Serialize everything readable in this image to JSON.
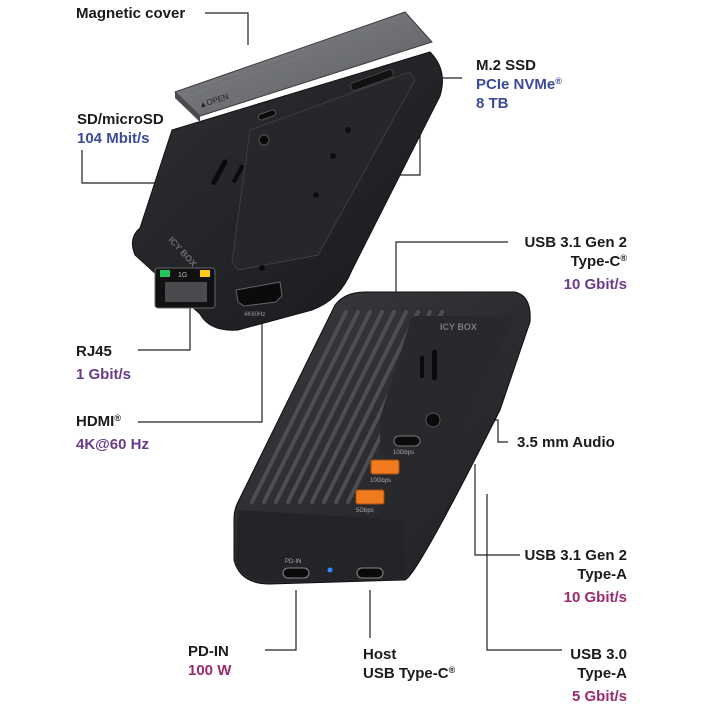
{
  "labels": {
    "magnetic_cover": {
      "title": "Magnetic cover"
    },
    "m2_ssd": {
      "title": "M.2 SSD",
      "line2": "PCIe NVMe",
      "line2_sup": "®",
      "value": "8 TB"
    },
    "sd": {
      "title": "SD/microSD",
      "value": "104 Mbit/s"
    },
    "usbc_gen2": {
      "title": "USB 3.1 Gen 2",
      "line2": "Type-C",
      "line2_sup": "®",
      "value": "10 Gbit/s"
    },
    "rj45": {
      "title": "RJ45",
      "value": "1 Gbit/s"
    },
    "hdmi": {
      "title": "HDMI",
      "title_sup": "®",
      "value": "4K@60 Hz"
    },
    "audio": {
      "title": "3.5 mm Audio"
    },
    "usba_gen2": {
      "title": "USB 3.1 Gen 2",
      "line2": "Type-A",
      "value": "10 Gbit/s"
    },
    "pd_in": {
      "title": "PD-IN",
      "value": "100 W"
    },
    "host": {
      "title": "Host",
      "line2": "USB Type-C",
      "line2_sup": "®"
    },
    "usba_30": {
      "title": "USB 3.0",
      "line2": "Type-A",
      "value": "5 Gbit/s"
    }
  },
  "device_markings": {
    "open": "▲OPEN",
    "brand": "ICY BOX",
    "lan": "1G",
    "hdmi": "4K60Hz",
    "port_10g_c": "10Gbps",
    "port_10g_a": "10Gbps",
    "port_5g_a": "5Gbps",
    "pd_in": "PD-IN"
  },
  "colors": {
    "accent_blue": "#3b4b9a",
    "accent_purple": "#6a3a8c",
    "accent_magenta": "#9c2a6e",
    "usb_orange": "#f07a1e",
    "led_blue": "#2a8cff",
    "lan_green": "#22c55e",
    "lan_yellow": "#facc15"
  }
}
